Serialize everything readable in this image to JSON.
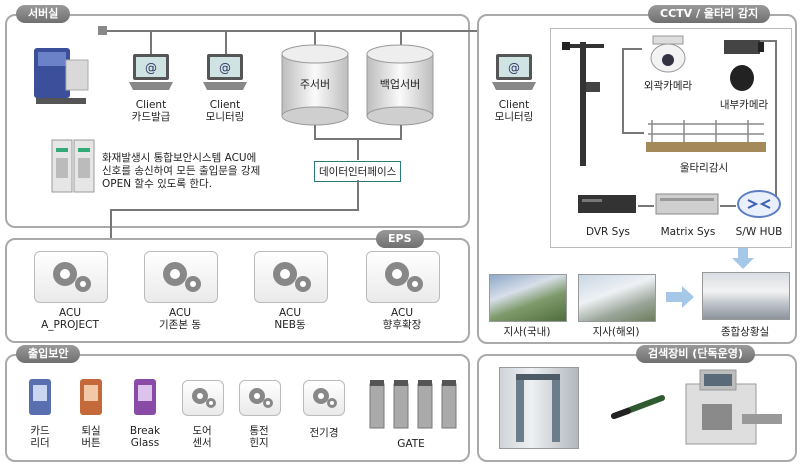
{
  "panels": {
    "server_room": "서버실",
    "cctv": "CCTV / 울타리 감지",
    "eps": "EPS",
    "access": "출입보안",
    "inspection": "검색장비 (단독운영)"
  },
  "server_room": {
    "client1": [
      "Client",
      "카드발급"
    ],
    "client2": [
      "Client",
      "모니터링"
    ],
    "main_server": "주서버",
    "backup_server": "백업서버",
    "data_interface": "데이터인터페이스",
    "fire_note": [
      "화재발생시 통합보안시스템 ACU에",
      "신호를 송신하여 모든 출입문을 강제",
      "OPEN 할수 있도록 한다."
    ]
  },
  "cctv": {
    "client": [
      "Client",
      "모니터링"
    ],
    "outer_camera": "외곽카메라",
    "inner_camera": "내부카메라",
    "fence": "울타리감시",
    "dvr": "DVR Sys",
    "matrix": "Matrix Sys",
    "hub": "S/W HUB",
    "branch_domestic": "지사(국내)",
    "branch_overseas": "지사(해외)",
    "control_room": "종합상황실"
  },
  "eps": {
    "acus": [
      [
        "ACU",
        "A_PROJECT"
      ],
      [
        "ACU",
        "기존본 동"
      ],
      [
        "ACU",
        "NEB동"
      ],
      [
        "ACU",
        "향후확장"
      ]
    ]
  },
  "access": {
    "items": [
      [
        "카드",
        "리더"
      ],
      [
        "퇴실",
        "버튼"
      ],
      [
        "Break",
        "Glass"
      ],
      [
        "도어",
        "센서"
      ],
      [
        "통전",
        "힌지"
      ],
      [
        "전기경"
      ]
    ],
    "gate": "GATE"
  },
  "colors": {
    "tab": "#7f7f7f",
    "border": "#a9a9a9",
    "line": "#777777",
    "accent": "#2a7a7a"
  }
}
